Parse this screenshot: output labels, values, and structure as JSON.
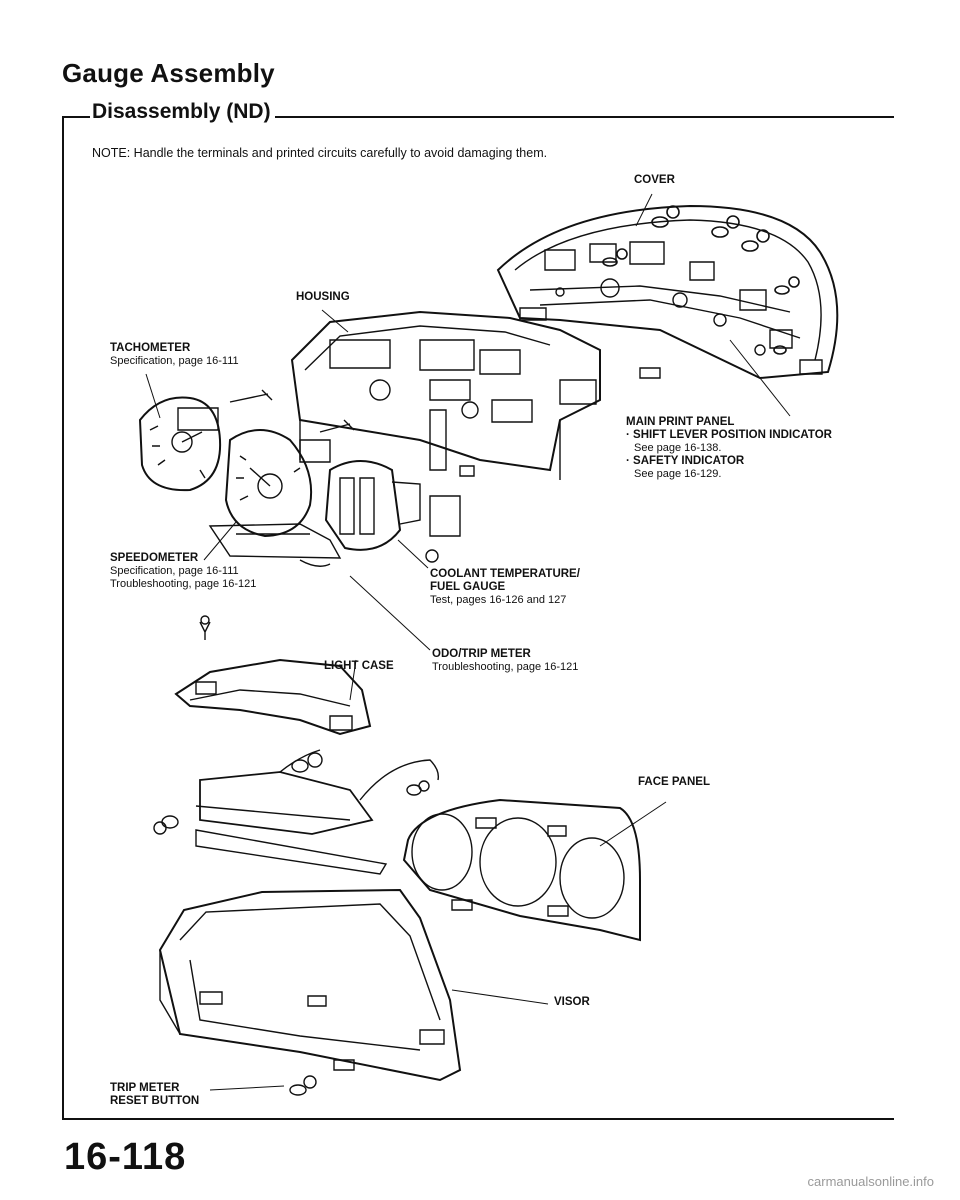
{
  "page": {
    "title": "Gauge Assembly",
    "section": "Disassembly (ND)",
    "note": "NOTE: Handle the terminals and printed circuits carefully to avoid damaging them.",
    "page_number": "16-118",
    "watermark": "carmanualsonline.info"
  },
  "labels": {
    "cover": "COVER",
    "housing": "HOUSING",
    "tachometer": {
      "name": "TACHOMETER",
      "ref1": "Specification, page 16-111"
    },
    "main_print_panel": {
      "name": "MAIN PRINT PANEL",
      "item1": "· SHIFT LEVER POSITION INDICATOR",
      "ref1": "See page 16-138.",
      "item2": "· SAFETY INDICATOR",
      "ref2": "See page 16-129."
    },
    "speedometer": {
      "name": "SPEEDOMETER",
      "ref1": "Specification, page 16-111",
      "ref2": "Troubleshooting, page 16-121"
    },
    "coolant": {
      "name1": "COOLANT TEMPERATURE/",
      "name2": "FUEL GAUGE",
      "ref1": "Test, pages 16-126 and 127"
    },
    "odo": {
      "name": "ODO/TRIP METER",
      "ref1": "Troubleshooting, page 16-121"
    },
    "light_case": "LIGHT CASE",
    "face_panel": "FACE PANEL",
    "visor": "VISOR",
    "trip_meter": {
      "name1": "TRIP METER",
      "name2": "RESET BUTTON"
    }
  }
}
